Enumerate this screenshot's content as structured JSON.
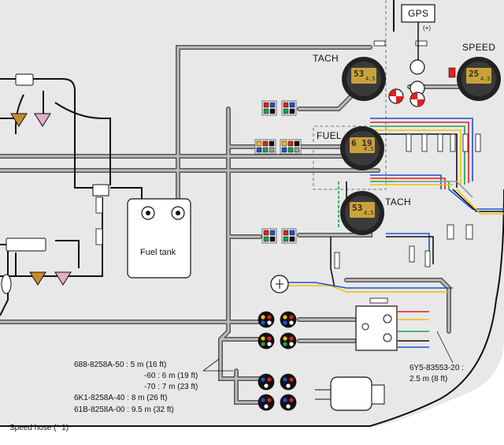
{
  "labels": {
    "gps": "GPS",
    "gps_plus": "(+)",
    "tach_top": "TACH",
    "speed": "SPEED",
    "fuel": "FUEL",
    "tach_lower": "TACH",
    "fuel_tank": "Fuel tank",
    "speed_hose": "Speed hose (* 1)"
  },
  "gauges": {
    "tach_top": {
      "main": "53",
      "sub": "4.5"
    },
    "speed": {
      "main": "25",
      "sub": "4.5"
    },
    "fuel": {
      "main": "6 19",
      "sub": "4.5"
    },
    "tach_lower": {
      "main": "53",
      "sub": "4.5"
    }
  },
  "harness_lengths": [
    "688-8258A-50 : 5 m (16 ft)",
    "-60 : 6 m (19 ft)",
    "-70 : 7 m (23 ft)",
    "6K1-8258A-40 : 8 m (26 ft)",
    "61B-8258A-00 : 9.5 m (32 ft)"
  ],
  "part_note": {
    "part": "6Y5-83553-20 :",
    "length": "2.5 m (8 ft)"
  },
  "colors": {
    "background": "#ffffff",
    "panel": "#e8e8e8",
    "cable": "#8a8a8a",
    "wire_black": "#111111",
    "wire_blue": "#1e4fd8",
    "wire_red": "#e02020",
    "wire_green": "#1aa34a",
    "wire_yellow": "#f2c200",
    "wire_gray": "#9a9a9a",
    "gauge_face": "#222222",
    "gauge_display": "#c9a23a"
  }
}
